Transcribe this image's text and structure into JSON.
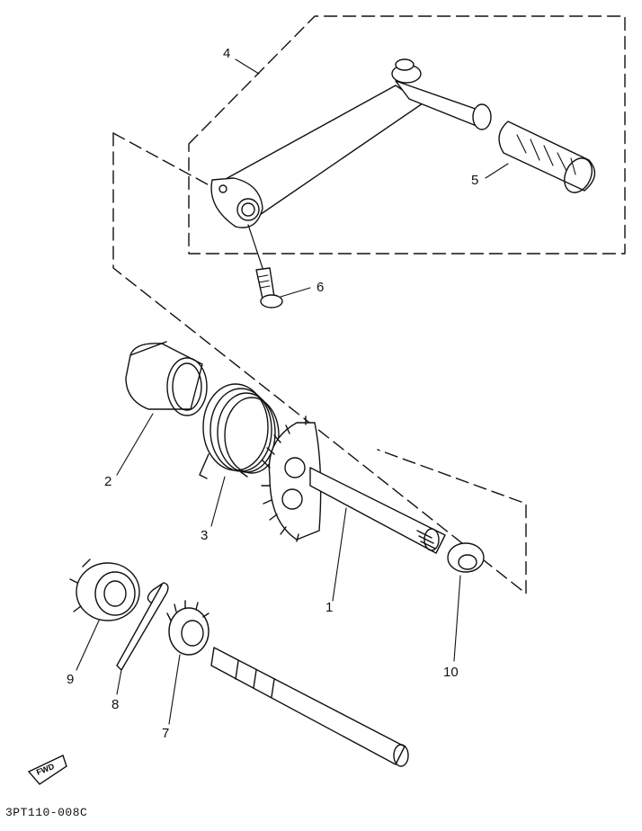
{
  "diagram": {
    "callouts": {
      "c1": "1",
      "c2": "2",
      "c3": "3",
      "c4": "4",
      "c5": "5",
      "c6": "6",
      "c7": "7",
      "c8": "8",
      "c9": "9",
      "c10": "10"
    },
    "fwd_label": "FWD",
    "drawing_code": "3PT110-008C"
  }
}
